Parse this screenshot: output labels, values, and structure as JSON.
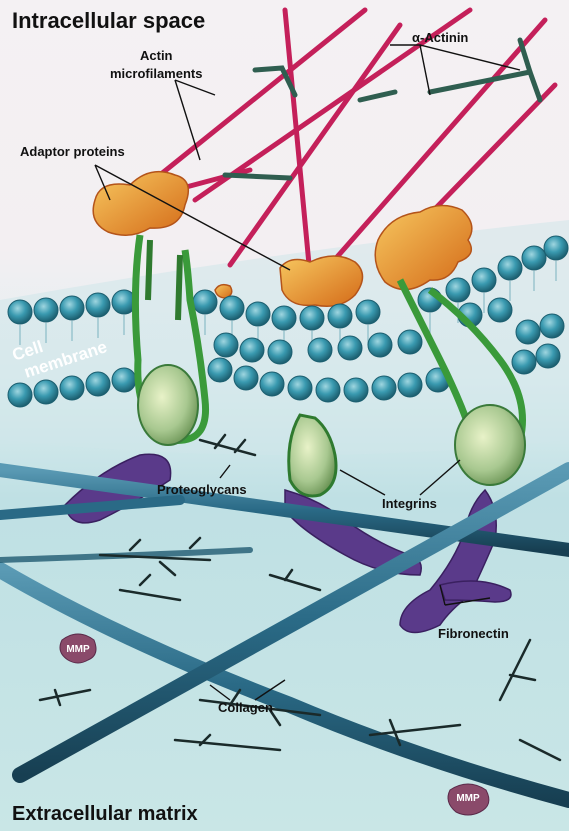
{
  "title_top": "Intracellular space",
  "title_bottom": "Extracellular matrix",
  "labels": {
    "actin_line1": "Actin",
    "actin_line2": "microfilaments",
    "alpha_actinin": "α-Actinin",
    "adaptor_proteins": "Adaptor proteins",
    "cell_line1": "Cell",
    "cell_line2": "membrane",
    "proteoglycans": "Proteoglycans",
    "integrins": "Integrins",
    "fibronectin": "Fibronectin",
    "collagen": "Collagen",
    "mmp_left": "MMP",
    "mmp_right": "MMP"
  },
  "colors": {
    "membrane_bead": "#2f8fa4",
    "actin": "#c4205a",
    "actinin": "#2f5e50",
    "adaptor": "#f0a020",
    "integrin": "#3a9a3a",
    "fibronectin": "#5a3a8a",
    "collagen": "#2a6a86",
    "mmp": "#8a4a6a"
  }
}
